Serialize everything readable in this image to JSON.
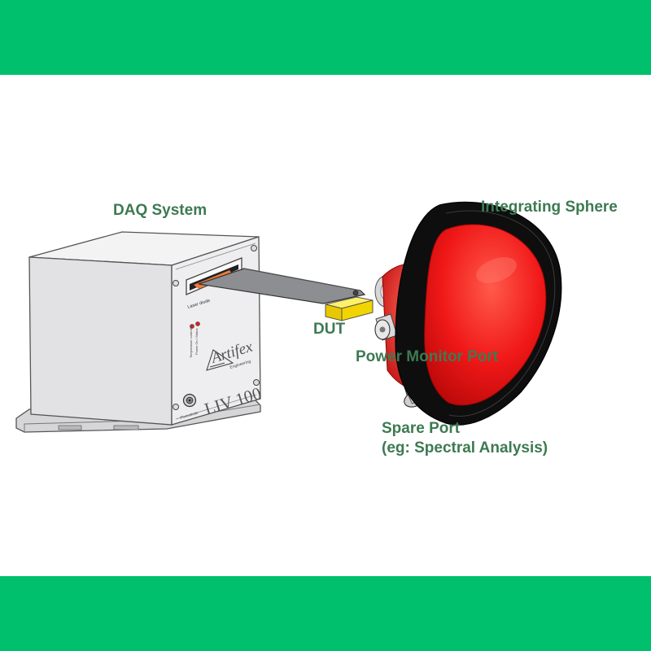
{
  "colors": {
    "band": "#00c06e",
    "label": "#3d7a52",
    "sphere": "#f01818",
    "rim": "#111111",
    "dut": "#f2d400",
    "housing": "#e7e7e9"
  },
  "labels": {
    "daq_system": "DAQ System",
    "integrating_sphere": "Integrating Sphere",
    "dut": "DUT",
    "power_monitor_port": "Power Monitor Port",
    "spare_port": "Spare Port",
    "spare_port_note": "(eg: Spectral Analysis)"
  },
  "device": {
    "brand": "Artifex",
    "brand_sub": "Engineering",
    "model": "LIV 100",
    "slot_label": "Laser diode",
    "led_label_1": "Temperature controller",
    "led_label_2": "Power On / Status",
    "connector_label": "Photodiode"
  },
  "icons": {
    "logo": "artifex-triangle-logo-icon",
    "screw": "screw-icon",
    "bnc": "bnc-connector-icon",
    "led": "led-indicator-icon"
  }
}
